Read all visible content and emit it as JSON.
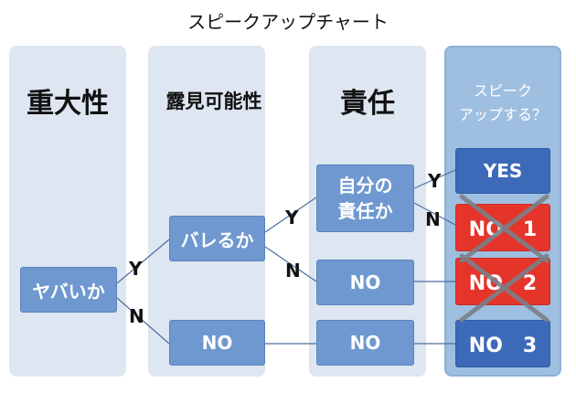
{
  "title": "スピークアップチャート",
  "columns": {
    "severity": "重大性",
    "exposure": "露見可能性",
    "responsibility": "責任",
    "speakup_line1": "スピーク",
    "speakup_line2": "アップする？"
  },
  "nodes": {
    "bad": "ヤバいか",
    "exposed": "バレるか",
    "own_resp_line1": "自分の",
    "own_resp_line2": "責任か",
    "no_resp": "NO",
    "no_exposure": "NO",
    "no_mid": "NO",
    "yes": "YES",
    "no1": "NO　1",
    "no2": "NO　2",
    "no3": "NO　3"
  },
  "edges": {
    "y": "Y",
    "n": "N"
  },
  "colors": {
    "column_bg": "#dde6f1",
    "last_column_bg": "#9fbfe0",
    "node": "#6f98d0",
    "dark_node": "#3d6ab8",
    "red_node": "#e5352b",
    "x_mark": "#7a8088"
  }
}
